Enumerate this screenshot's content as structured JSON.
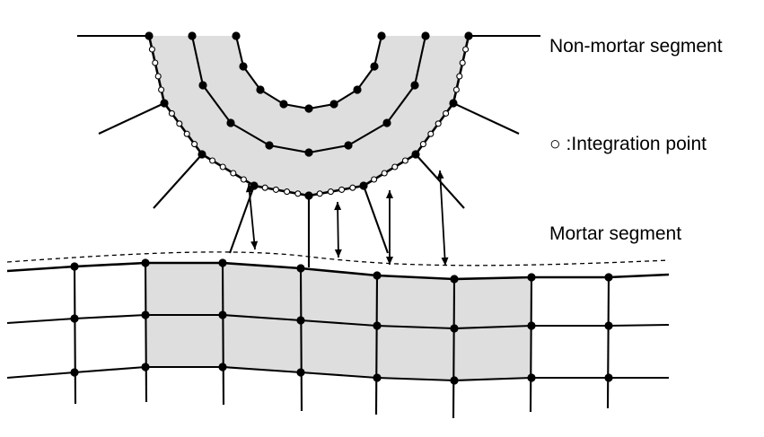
{
  "labels": {
    "non_mortar": "Non-mortar segment",
    "integration_point": "○ :Integration point",
    "mortar": "Mortar segment"
  },
  "colors": {
    "stroke": "#000000",
    "element_fill": "#dedede",
    "node_fill": "#000000",
    "integration_point_fill": "#ffffff"
  },
  "icons": {
    "integration_point_marker": "hollow-circle-icon",
    "node_marker": "filled-circle-icon"
  }
}
